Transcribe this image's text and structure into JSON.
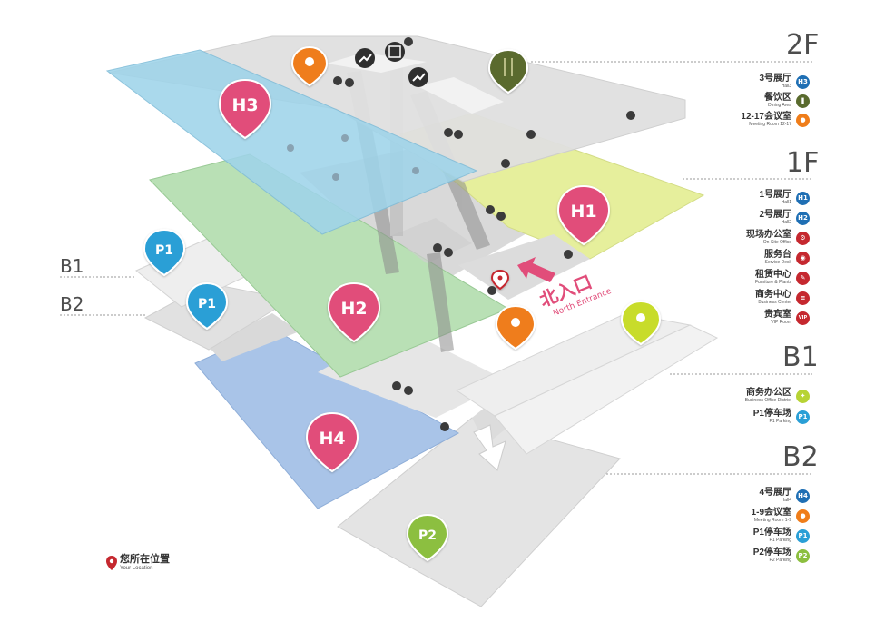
{
  "floors": {
    "f2": "2F",
    "f1": "1F",
    "b1": "B1",
    "b2": "B2"
  },
  "side_labels": {
    "b1": "B1",
    "b2": "B2"
  },
  "hall_markers": {
    "h1": "H1",
    "h2": "H2",
    "h3": "H3",
    "h4": "H4",
    "p1_b1": "P1",
    "p1_b2": "P1",
    "p2": "P2"
  },
  "entrance": {
    "zh": "北入口",
    "en": "North Entrance"
  },
  "legend": {
    "f2": [
      {
        "zh": "3号展厅",
        "en": "Hall3",
        "icon": "H3",
        "color": "#1f6fb4"
      },
      {
        "zh": "餐饮区",
        "en": "Dining Area",
        "icon": "",
        "color": "#5a6b2e"
      },
      {
        "zh": "12-17会议室",
        "en": "Meeting Room 12-17",
        "icon": "",
        "color": "#ef7d1a"
      }
    ],
    "f1": [
      {
        "zh": "1号展厅",
        "en": "Hall1",
        "icon": "H1",
        "color": "#1f6fb4"
      },
      {
        "zh": "2号展厅",
        "en": "Hall2",
        "icon": "H2",
        "color": "#1f6fb4"
      },
      {
        "zh": "现场办公室",
        "en": "On-Site Office",
        "icon": "",
        "color": "#c5282f"
      },
      {
        "zh": "服务台",
        "en": "Service Desk",
        "icon": "",
        "color": "#c5282f"
      },
      {
        "zh": "租赁中心",
        "en": "Furniture & Plants",
        "icon": "",
        "color": "#c5282f"
      },
      {
        "zh": "商务中心",
        "en": "Business Center",
        "icon": "",
        "color": "#c5282f"
      },
      {
        "zh": "贵宾室",
        "en": "VIP Room",
        "icon": "VIP",
        "color": "#c5282f"
      }
    ],
    "b1": [
      {
        "zh": "商务办公区",
        "en": "Business Office District",
        "icon": "",
        "color": "#b7d334"
      },
      {
        "zh": "P1停车场",
        "en": "P1 Parking",
        "icon": "P1",
        "color": "#2a9fd6"
      }
    ],
    "b2": [
      {
        "zh": "4号展厅",
        "en": "Hall4",
        "icon": "H4",
        "color": "#1f6fb4"
      },
      {
        "zh": "1-9会议室",
        "en": "Meeting Room 1-9",
        "icon": "",
        "color": "#ef7d1a"
      },
      {
        "zh": "P1停车场",
        "en": "P1 Parking",
        "icon": "P1",
        "color": "#2a9fd6"
      },
      {
        "zh": "P2停车场",
        "en": "P2 Parking",
        "icon": "P2",
        "color": "#8cbf3f"
      }
    ]
  },
  "you_are_here": {
    "zh": "您所在位置",
    "en": "Your Location"
  },
  "colors": {
    "hall_pin": "#e14d7a",
    "p1_pin": "#2a9fd6",
    "p2_pin": "#8cbf3f",
    "dining_pin": "#5a6b2e",
    "meeting_pin": "#ef7d1a",
    "office_pin": "#c8dc2a",
    "location_pin": "#c5282f",
    "floor_2f_h3": "#9fd4ea",
    "floor_1f_h1": "#e6ef9c",
    "floor_1f_h2": "#b9e0b5",
    "floor_b2_h4": "#a9c4e8",
    "floor_gray": "#e2e2e2"
  }
}
